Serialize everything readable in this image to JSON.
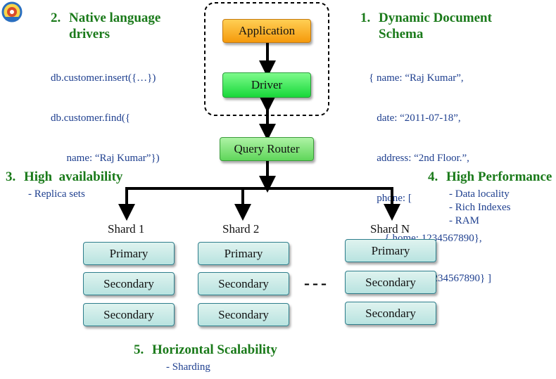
{
  "logo": {
    "icon": "university-seal-icon"
  },
  "features": {
    "native": {
      "number": "2.",
      "title_line1": "Native language",
      "title_line2": "drivers",
      "code_line1": "db.customer.insert({…})",
      "code_line2": "db.customer.find({",
      "code_line3": "      name: “Raj Kumar”})"
    },
    "schema": {
      "number": "1.",
      "title_line1": "Dynamic Document",
      "title_line2": "Schema",
      "lines": [
        "{ name: “Raj Kumar”,",
        "   date: “2011-07-18”,",
        "   address: “2nd Floor.”,",
        "   phone: [",
        "      { home: 1234567890},",
        "      { mobile: 1234567890} ]",
        "}"
      ]
    },
    "availability": {
      "number": "3.",
      "title": "High  availability",
      "bullet": "- Replica sets"
    },
    "performance": {
      "number": "4.",
      "title": "High Performance",
      "bullets": [
        "- Data locality",
        "- Rich Indexes",
        "- RAM"
      ]
    },
    "scalability": {
      "number": "5.",
      "title": "Horizontal Scalability",
      "bullet": "- Sharding"
    }
  },
  "stack": {
    "application": "Application",
    "driver": "Driver",
    "router": "Query Router"
  },
  "shards": [
    {
      "label": "Shard 1",
      "nodes": [
        "Primary",
        "Secondary",
        "Secondary"
      ]
    },
    {
      "label": "Shard 2",
      "nodes": [
        "Primary",
        "Secondary",
        "Secondary"
      ]
    },
    {
      "label": "Shard N",
      "nodes": [
        "Primary",
        "Secondary",
        "Secondary"
      ]
    }
  ],
  "ellipsis": "- - -",
  "colors": {
    "heading": "#1a7a1a",
    "text": "#1e3f8f",
    "application": "#f59a0c",
    "driver": "#18d83a",
    "router": "#5fd65a",
    "shard_node": "#b8e3e0"
  }
}
